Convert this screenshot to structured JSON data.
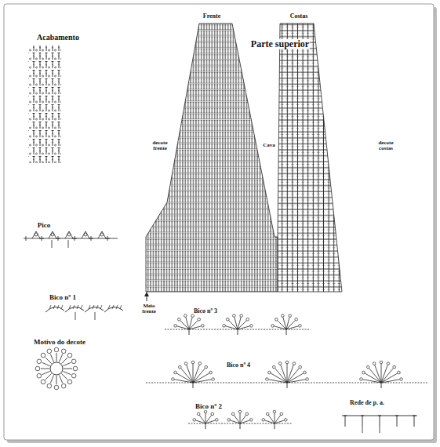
{
  "diagram": {
    "labels": [
      "Frente",
      "Costas",
      "Parte superior",
      "Acabamento",
      "decote frente",
      "Cava",
      "decote costas",
      "Pico",
      "Meio frente",
      "Bico nº 1",
      "Bico nº 3",
      "Motivo do decote",
      "Bico nº 4",
      "Bico nº 2",
      "Rede de p. a."
    ]
  }
}
